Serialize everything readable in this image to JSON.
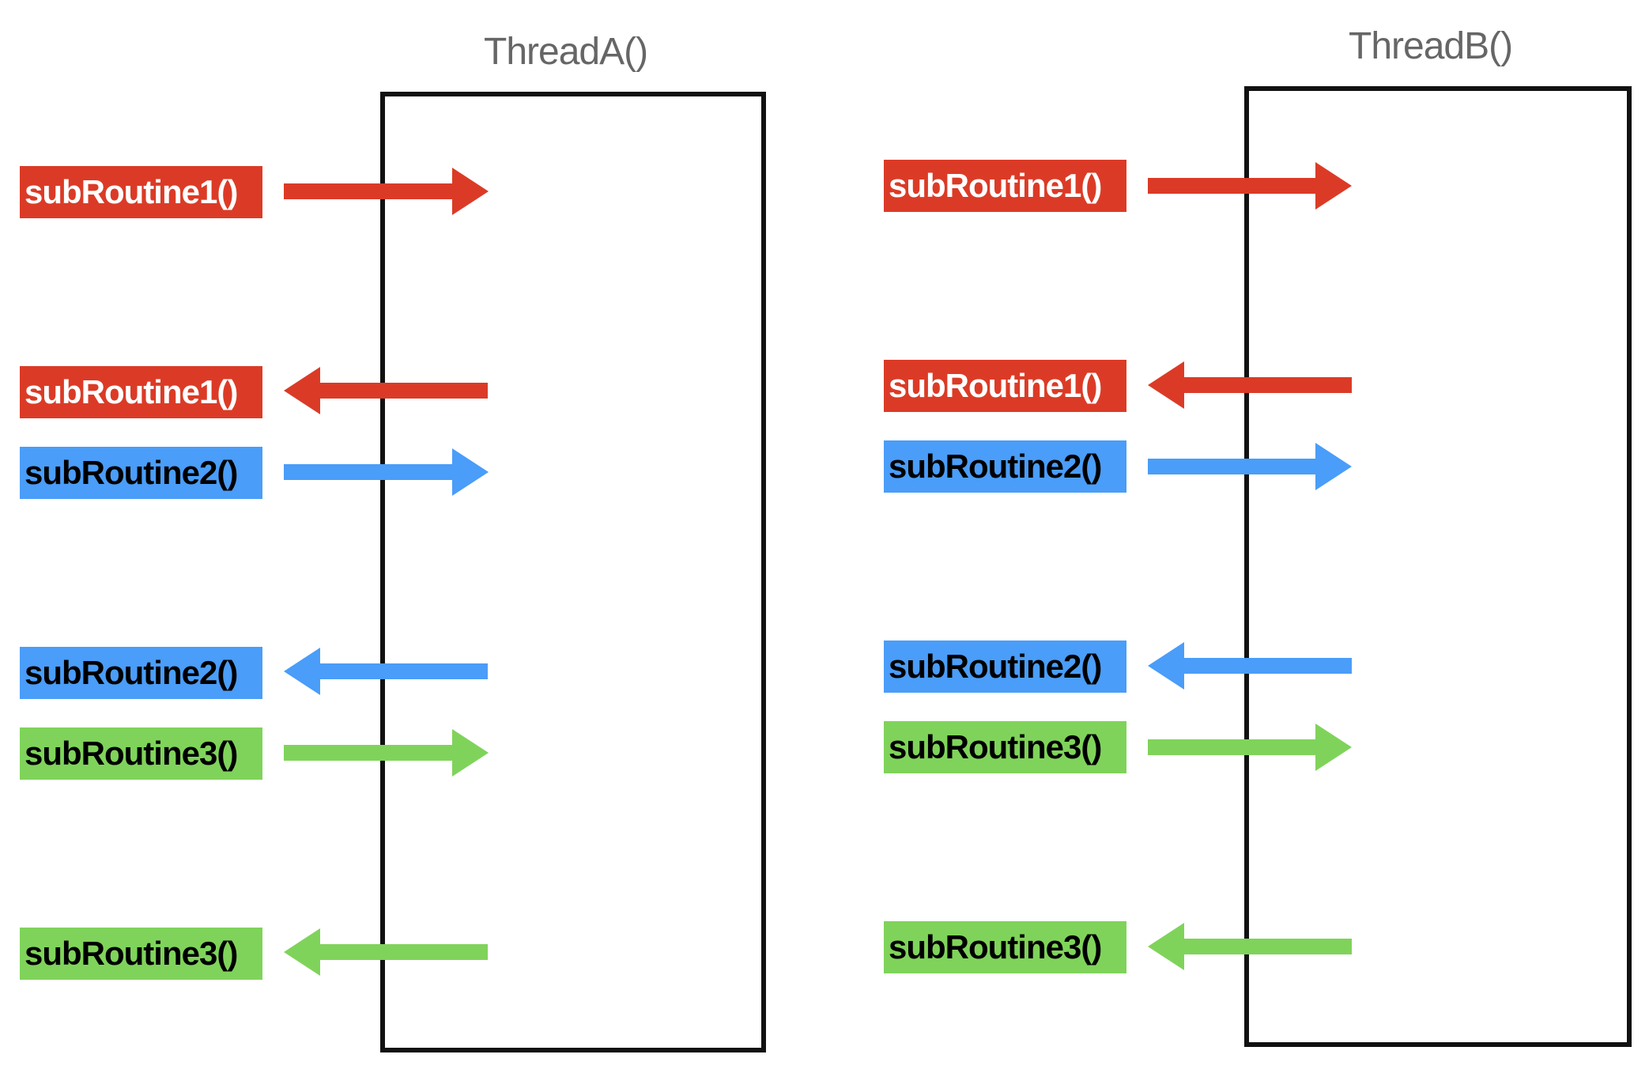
{
  "threads": [
    {
      "title": "ThreadA()"
    },
    {
      "title": "ThreadB()"
    }
  ],
  "colors": {
    "subRoutine1": "#db3b26",
    "subRoutine2": "#4a9df8",
    "subRoutine3": "#7fd35a",
    "box_border": "#111111",
    "title_text": "#666666"
  },
  "calls": [
    {
      "label": "subRoutine1()",
      "direction": "in"
    },
    {
      "label": "subRoutine1()",
      "direction": "out"
    },
    {
      "label": "subRoutine2()",
      "direction": "in"
    },
    {
      "label": "subRoutine2()",
      "direction": "out"
    },
    {
      "label": "subRoutine3()",
      "direction": "in"
    },
    {
      "label": "subRoutine3()",
      "direction": "out"
    }
  ]
}
